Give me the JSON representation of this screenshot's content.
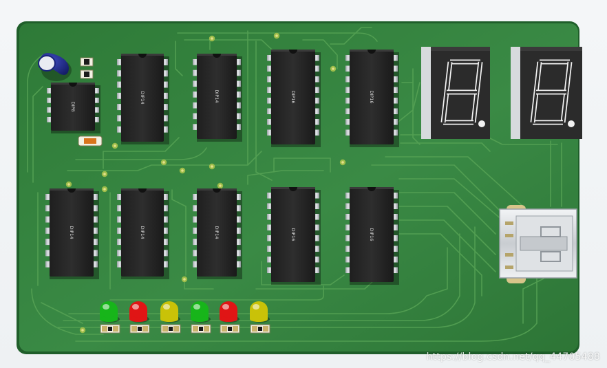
{
  "board": {
    "color": "#2f7d3a",
    "edge_color": "#1f5e2a",
    "trace_color": "#4e9a4e",
    "pad_color": "#cfcf6a"
  },
  "chips": [
    {
      "id": "u1",
      "label": "DIP8",
      "pins": 8
    },
    {
      "id": "u2",
      "label": "DIP14",
      "pins": 14
    },
    {
      "id": "u3",
      "label": "DIP14",
      "pins": 14
    },
    {
      "id": "u4",
      "label": "DIP16",
      "pins": 16
    },
    {
      "id": "u5",
      "label": "DIP16",
      "pins": 16
    },
    {
      "id": "u6",
      "label": "DIP14",
      "pins": 14
    },
    {
      "id": "u7",
      "label": "DIP14",
      "pins": 14
    },
    {
      "id": "u8",
      "label": "DIP14",
      "pins": 14
    },
    {
      "id": "u9",
      "label": "DIP16",
      "pins": 16
    },
    {
      "id": "u10",
      "label": "DIP16",
      "pins": 16
    }
  ],
  "leds": [
    {
      "color_name": "green",
      "color": "#17b51a"
    },
    {
      "color_name": "red",
      "color": "#e01515"
    },
    {
      "color_name": "yellow",
      "color": "#c9c208"
    },
    {
      "color_name": "green",
      "color": "#17b51a"
    },
    {
      "color_name": "red",
      "color": "#e01515"
    },
    {
      "color_name": "yellow",
      "color": "#c9c208"
    }
  ],
  "seven_segment": [
    {
      "id": "disp1",
      "glyph": "8."
    },
    {
      "id": "disp2",
      "glyph": "8."
    }
  ],
  "connector": {
    "type": "usb-a-receptacle"
  },
  "capacitor": {
    "color": "#1f2a8a"
  },
  "watermark": "https://blog.csdn.net/qq_44705488"
}
